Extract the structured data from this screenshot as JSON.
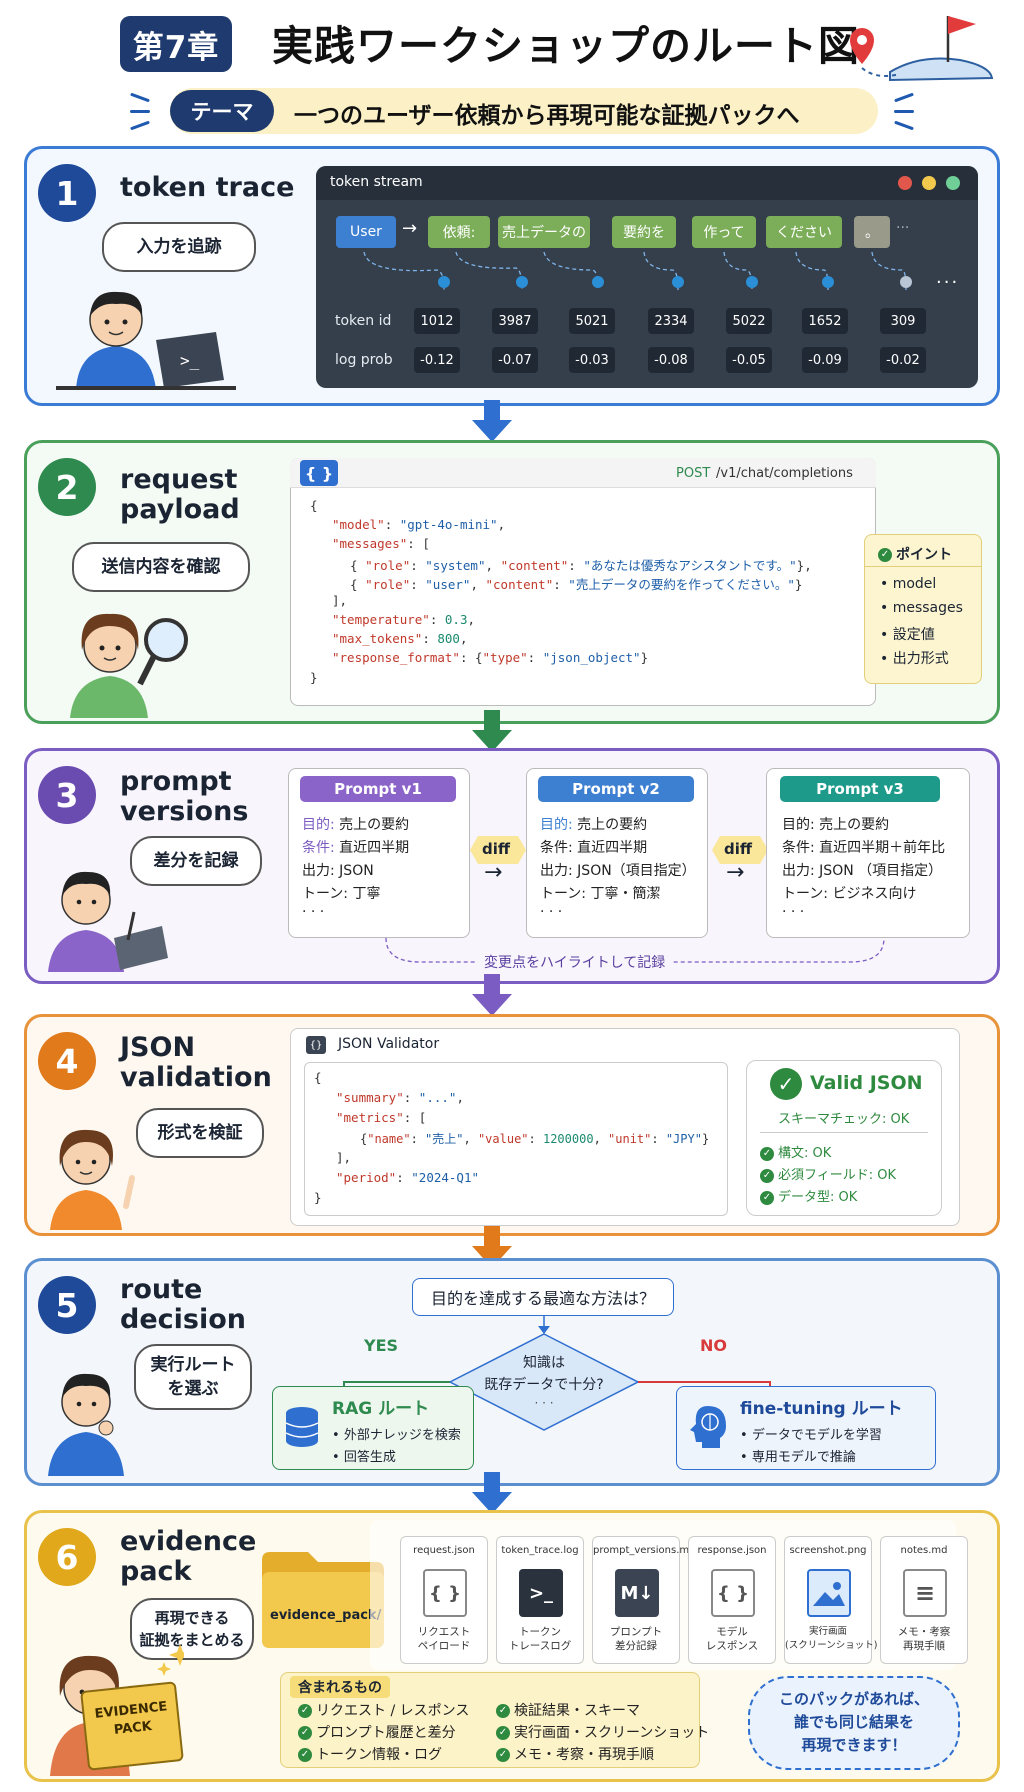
{
  "header": {
    "chapter": "第7章",
    "title": "実践ワークショップのルート図",
    "theme_label": "テーマ",
    "theme_text": "一つのユーザー依頼から再現可能な証拠パックへ"
  },
  "s1": {
    "num": "1",
    "title": "token trace",
    "bubble": "入力を追跡",
    "panel_title": "token stream",
    "user_chip": "User",
    "tokens": [
      "依頼:",
      "売上データの",
      "要約を",
      "作って",
      "ください",
      "。"
    ],
    "row_ids_label": "token id",
    "row_lp_label": "log prob",
    "ids": [
      "1012",
      "3987",
      "5021",
      "2334",
      "5022",
      "1652",
      "309"
    ],
    "logprobs": [
      "-0.12",
      "-0.07",
      "-0.03",
      "-0.08",
      "-0.05",
      "-0.09",
      "-0.02"
    ],
    "more": "···",
    "more2": "···"
  },
  "s2": {
    "num": "2",
    "title1": "request",
    "title2": "payload",
    "bubble": "送信内容を確認",
    "method": "POST",
    "endpoint": "/v1/chat/completions",
    "point_title": "ポイント",
    "points": [
      "model",
      "messages",
      "設定値",
      "出力形式"
    ]
  },
  "s3": {
    "num": "3",
    "title1": "prompt",
    "title2": "versions",
    "bubble": "差分を記録",
    "diff": "diff",
    "footer": "変更点をハイライトして記録",
    "labels": {
      "purpose": "目的:",
      "cond": "条件:",
      "out": "出力:",
      "tone": "トーン:"
    },
    "v1": {
      "title": "Prompt v1",
      "purpose": "売上の要約",
      "cond": "直近四半期",
      "out": "JSON",
      "tone": "丁寧",
      "more": "· · ·"
    },
    "v2": {
      "title": "Prompt v2",
      "purpose": "売上の要約",
      "cond": "直近四半期",
      "out": "JSON（項目指定）",
      "tone": "丁寧・簡潔",
      "more": "· · ·"
    },
    "v3": {
      "title": "Prompt v3",
      "purpose": "売上の要約",
      "cond": "直近四半期＋前年比",
      "out": "JSON （項目指定）",
      "tone": "ビジネス向け",
      "more": "· · ·"
    }
  },
  "s4": {
    "num": "4",
    "title1": "JSON",
    "title2": "validation",
    "bubble": "形式を検証",
    "panel_title": "JSON Validator",
    "valid_title": "Valid JSON",
    "schema": "スキーマチェック: OK",
    "checks": [
      "構文: OK",
      "必須フィールド: OK",
      "データ型: OK"
    ]
  },
  "s5": {
    "num": "5",
    "title1": "route",
    "title2": "decision",
    "bubble": "実行ルート\nを選ぶ",
    "question": "目的を達成する最適な方法は？",
    "diamond1": "知識は",
    "diamond2": "既存データで十分?",
    "diamond3": "· · ·",
    "yes": "YES",
    "no": "NO",
    "rag_title": "RAG ルート",
    "rag_items": [
      "外部ナレッジを検索",
      "回答生成"
    ],
    "ft_title": "fine-tuning ルート",
    "ft_items": [
      "データでモデルを学習",
      "専用モデルで推論"
    ]
  },
  "s6": {
    "num": "6",
    "title1": "evidence",
    "title2": "pack",
    "bubble": "再現できる\n証拠をまとめる",
    "folder": "evidence_pack/",
    "box": "EVIDENCE\nPACK",
    "files": [
      {
        "name": "request.json",
        "cap": "リクエスト\nペイロード",
        "icon": "{ }"
      },
      {
        "name": "token_trace.log",
        "cap": "トークン\nトレースログ",
        "icon": ">_"
      },
      {
        "name": "prompt_versions.md",
        "cap": "プロンプト\n差分記録",
        "icon": "M↓"
      },
      {
        "name": "response.json",
        "cap": "モデル\nレスポンス",
        "icon": "{ }"
      },
      {
        "name": "screenshot.png",
        "cap": "実行画面\n(スクリーンショット)",
        "icon": ""
      },
      {
        "name": "notes.md",
        "cap": "メモ・考察\n再現手順",
        "icon": "≡"
      }
    ],
    "includes_title": "含まれるもの",
    "includes": [
      "リクエスト / レスポンス",
      "検証結果・スキーマ",
      "プロンプト履歴と差分",
      "実行画面・スクリーンショット",
      "トークン情報・ログ",
      "メモ・考察・再現手順"
    ],
    "note": "このパックがあれば、\n誰でも同じ結果を\n再現できます！"
  },
  "colors": {
    "blue": "#1f5ab0",
    "green": "#2e8a4e",
    "purple": "#6a4bb0",
    "orange": "#e07a1a",
    "gold": "#e8b020"
  }
}
